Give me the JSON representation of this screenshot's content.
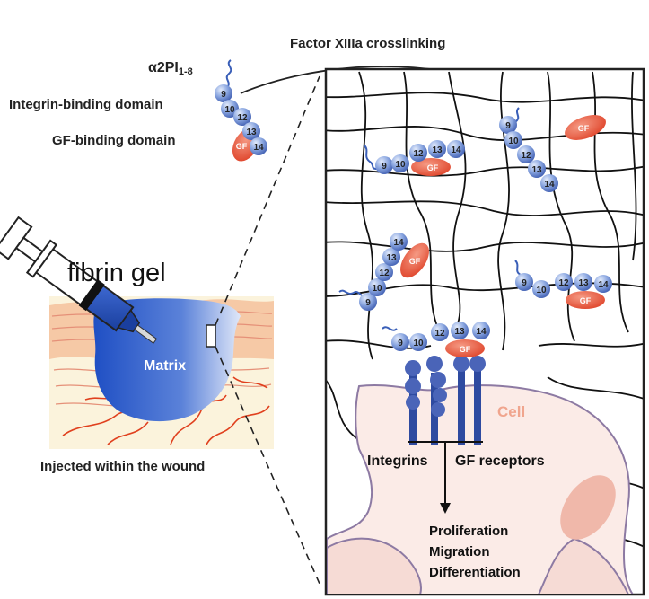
{
  "labels": {
    "crosslinking": "Factor XIIIa crosslinking",
    "a2pi_alpha": "α",
    "a2pi_main": "2PI",
    "a2pi_sub": "1-8",
    "integrin_domain": "Integrin-binding domain",
    "gf_domain": "GF-binding domain",
    "fibrin_gel": "fibrin gel",
    "matrix": "Matrix",
    "injected": "Injected within the wound",
    "cell": "Cell",
    "integrins": "Integrins",
    "gf_receptors": "GF receptors",
    "outcome_1": "Proliferation",
    "outcome_2": "Migration",
    "outcome_3": "Differentiation"
  },
  "domain_numbers": [
    "9",
    "10",
    "12",
    "13",
    "14"
  ],
  "gf_label": "GF",
  "colors": {
    "bead": "#6f8fd6",
    "bead_light": "#c8d6f4",
    "gf": "#e8563c",
    "cell_fill": "#fbe9e5",
    "cell_stroke": "#8d7aa3",
    "gel_blue": "#2a55c9",
    "skin": "#f5c6a4",
    "vessel": "#e0401e"
  }
}
